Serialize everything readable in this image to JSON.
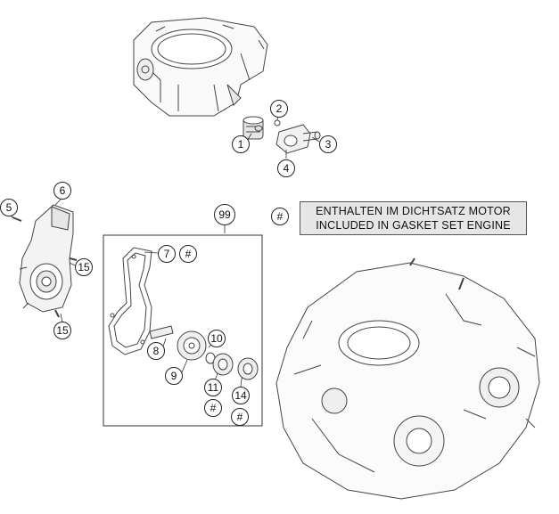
{
  "legend": {
    "symbol": "#",
    "line1": "ENTHALTEN IM DICHTSATZ MOTOR",
    "line2": "INCLUDED IN GASKET SET ENGINE"
  },
  "callouts": {
    "c1": "1",
    "c2": "2",
    "c3": "3",
    "c4": "4",
    "c5": "5",
    "c6": "6",
    "c7": "7",
    "c8": "8",
    "c9": "9",
    "c10": "10",
    "c11": "11",
    "c14": "14",
    "c15a": "15",
    "c15b": "15",
    "c99": "99",
    "h7": "#",
    "h11": "#",
    "h14": "#"
  },
  "parts": {
    "cylinder": "cylinder-drawing",
    "thermostat": "thermostat-drawing",
    "pump-cover": "water-pump-cover-drawing",
    "gasket": "gasket-drawing",
    "impeller": "impeller-drawing",
    "engine-case": "engine-case-drawing"
  }
}
